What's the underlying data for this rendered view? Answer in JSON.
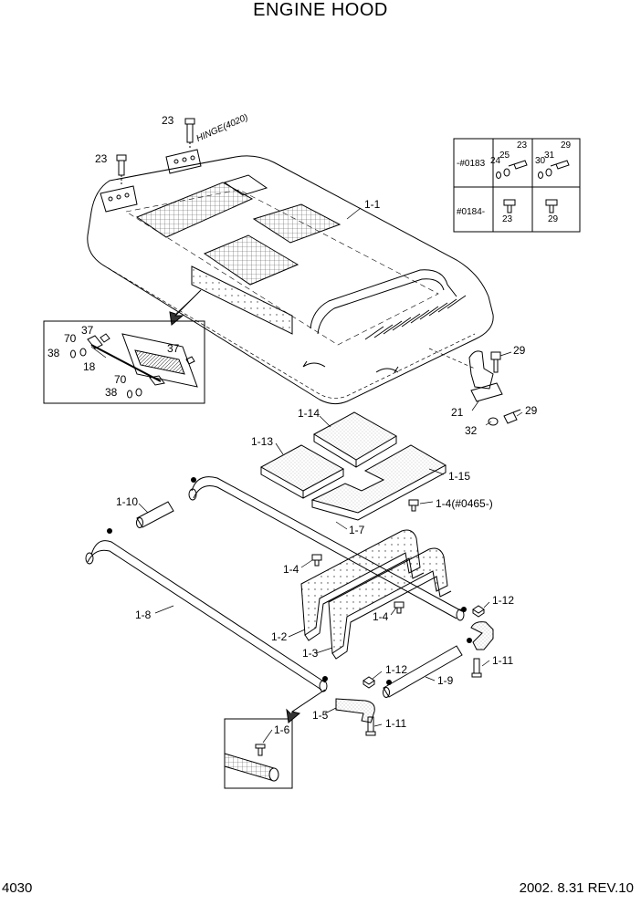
{
  "title": "ENGINE HOOD",
  "page_number": "4030",
  "revision": "2002. 8.31 REV.10",
  "hinge_note": "HINGE(4020)",
  "serial_table": {
    "row1_label": "-#0183",
    "row2_label": "#0184-",
    "r1c1_parts": [
      "23",
      "24",
      "25"
    ],
    "r1c2_parts": [
      "29",
      "30",
      "31"
    ],
    "r2c1_part": "23",
    "r2c2_part": "29"
  },
  "callouts": {
    "p23_top": "23",
    "p23_left": "23",
    "p1_1": "1-1",
    "p37_a": "37",
    "p70_a": "70",
    "p38_a": "38",
    "p18": "18",
    "p37_b": "37",
    "p70_b": "70",
    "p38_b": "38",
    "p29_a": "29",
    "p21": "21",
    "p29_b": "29",
    "p32": "32",
    "p1_14": "1-14",
    "p1_13": "1-13",
    "p1_15": "1-15",
    "p1_4_serial": "1-4(#0465-)",
    "p1_10": "1-10",
    "p1_7": "1-7",
    "p1_4_a": "1-4",
    "p1_4_b": "1-4",
    "p1_12_a": "1-12",
    "p1_8": "1-8",
    "p1_2": "1-2",
    "p1_3": "1-3",
    "p1_11_a": "1-11",
    "p1_12_b": "1-12",
    "p1_9": "1-9",
    "p1_5": "1-5",
    "p1_11_b": "1-11",
    "p1_6": "1-6"
  }
}
